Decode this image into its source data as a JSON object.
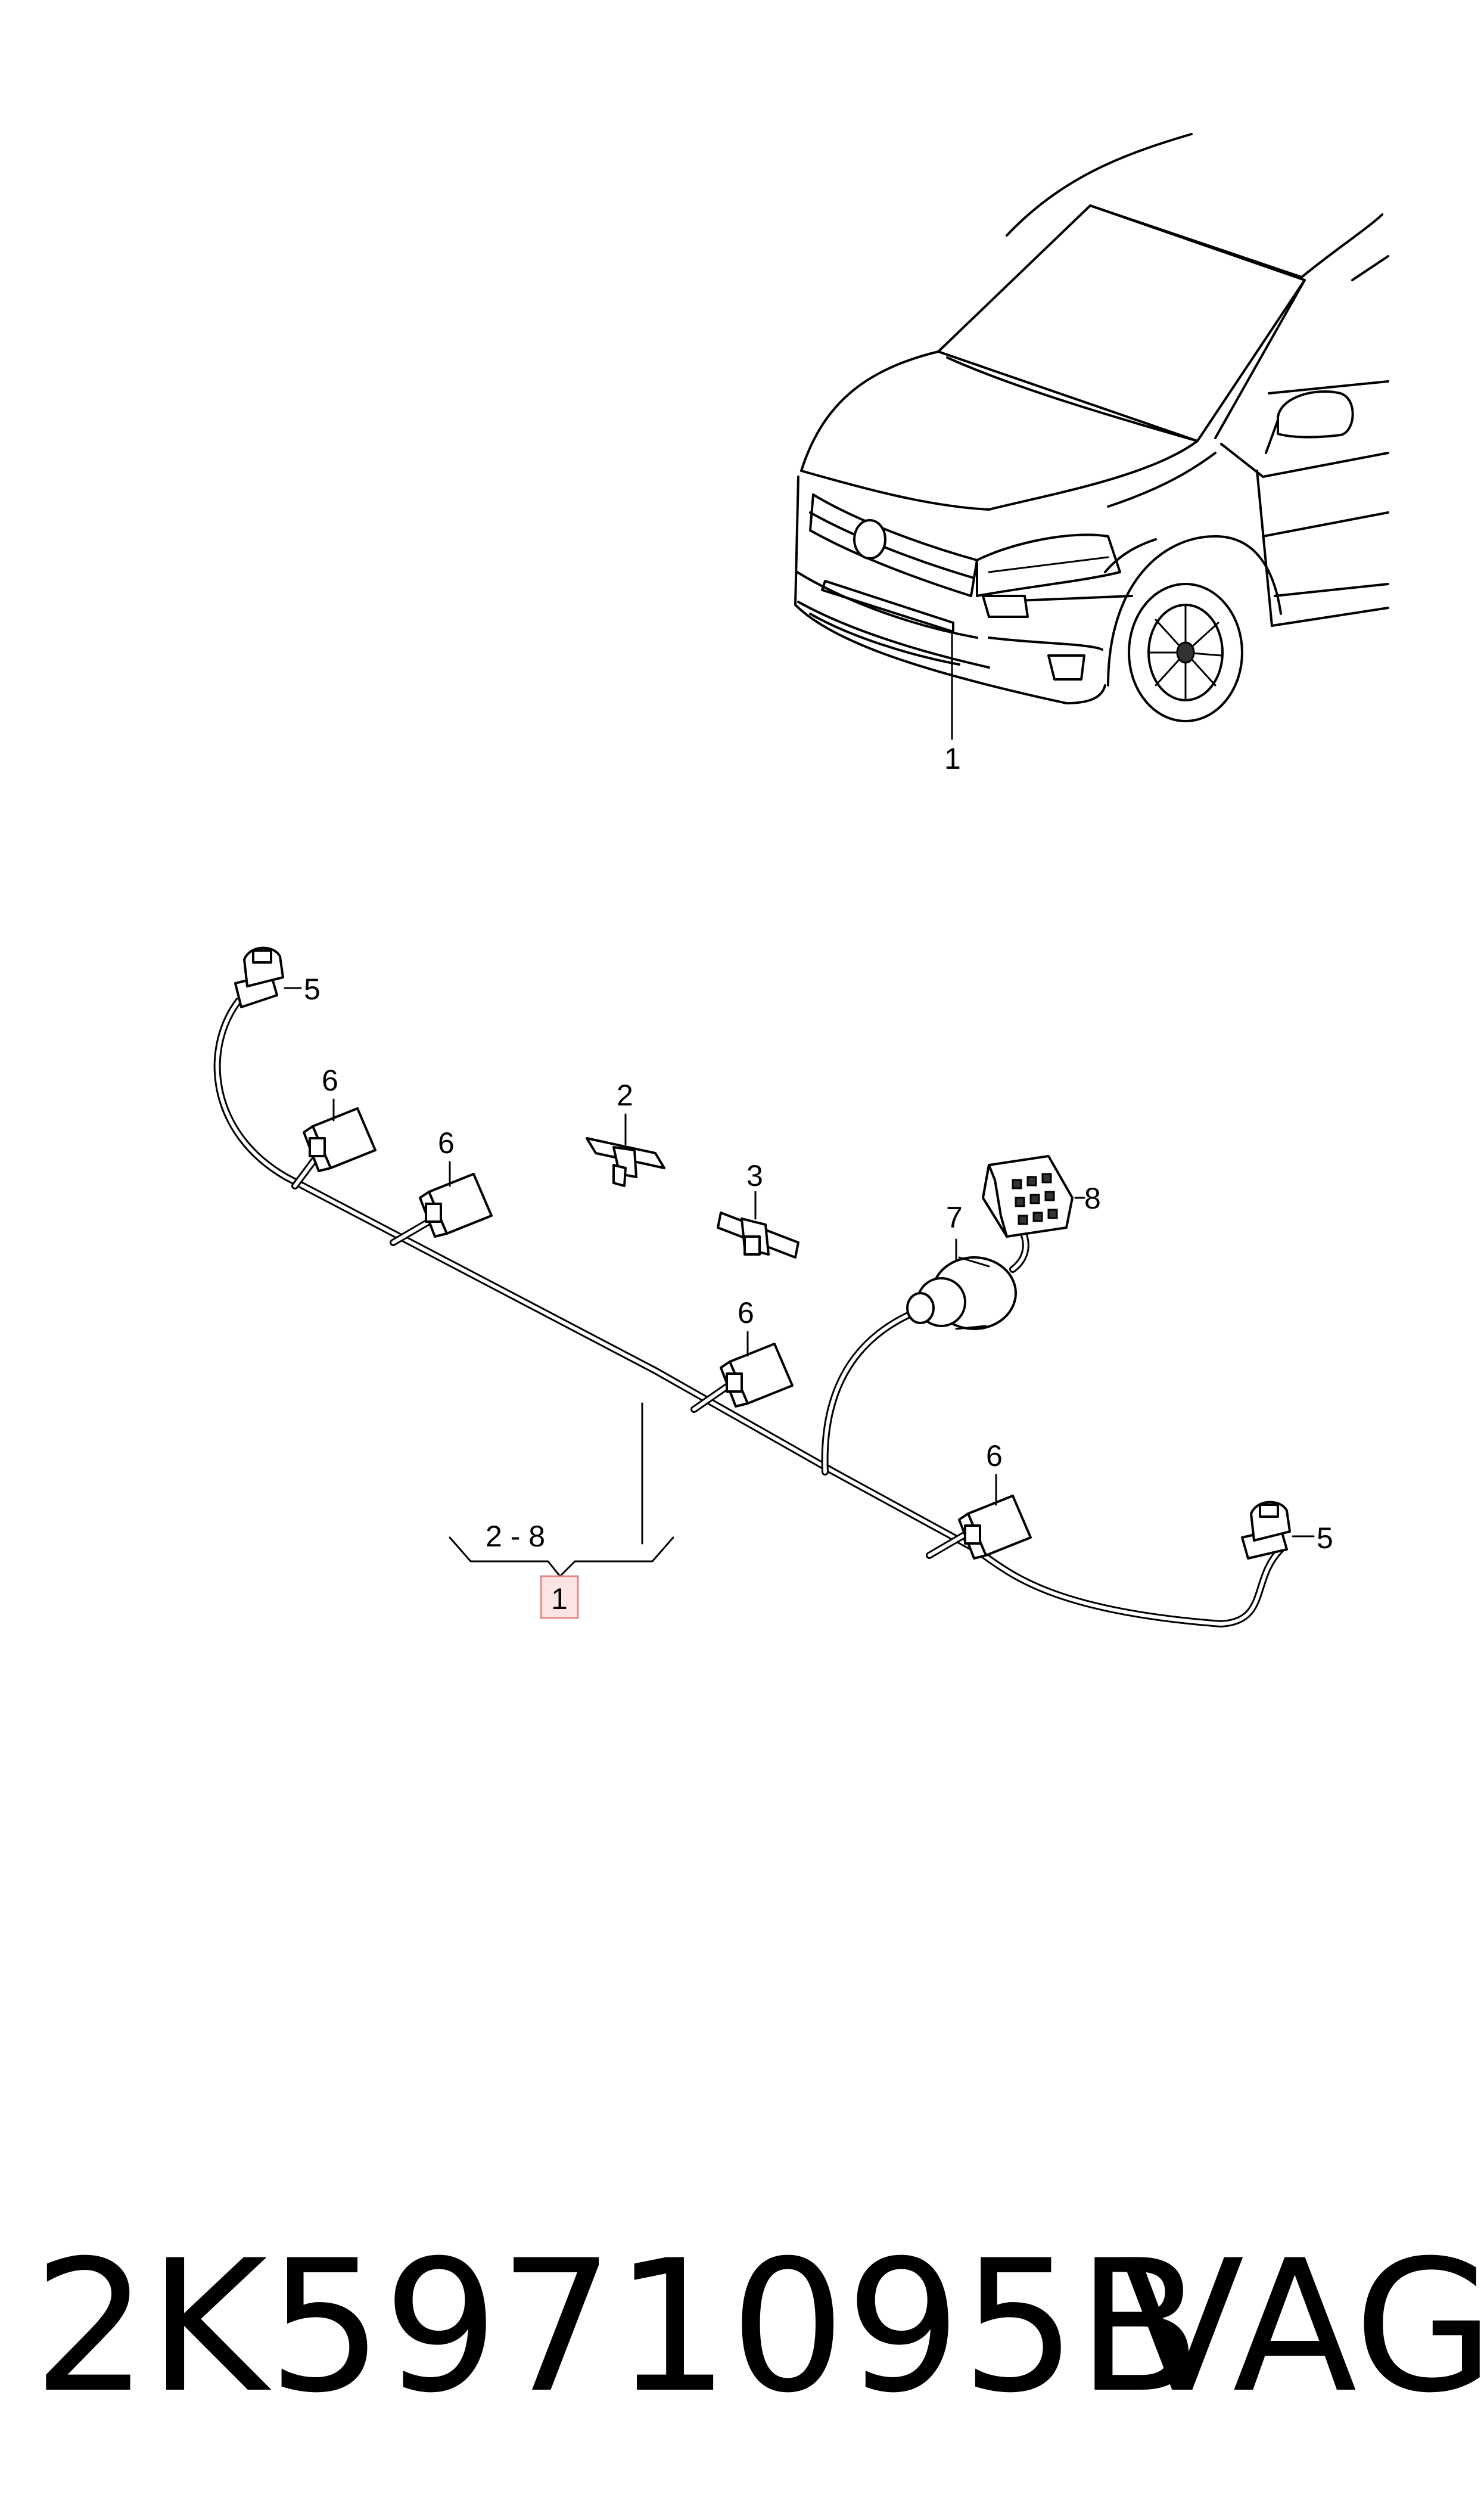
{
  "car_view": {
    "callout_1": "1"
  },
  "harness_view": {
    "callouts": {
      "part_2": "2",
      "part_3": "3",
      "part_5_left": "5",
      "part_5_right": "5",
      "part_6_a": "6",
      "part_6_b": "6",
      "part_6_c": "6",
      "part_6_d": "6",
      "part_7": "7",
      "part_8": "8",
      "range": "2 - 8",
      "assembly": "1"
    },
    "colors": {
      "highlight_fill": "#fde4e4",
      "highlight_stroke": "#e08a8a"
    }
  },
  "footer": {
    "part_number": "2K5971095B",
    "brand": "VAG"
  }
}
